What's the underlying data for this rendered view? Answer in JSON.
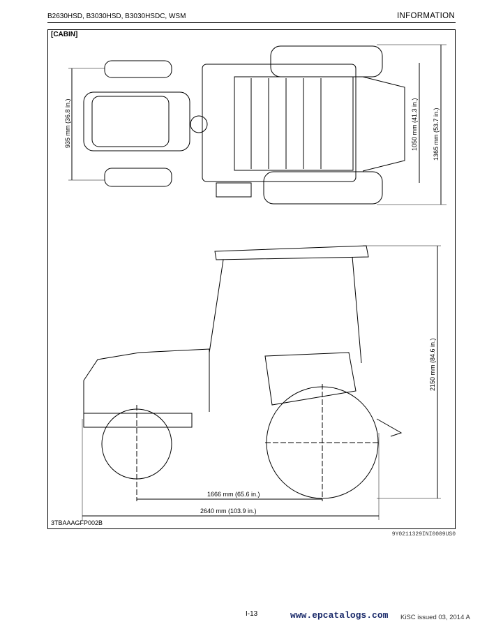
{
  "header": {
    "models": "B2630HSD, B3030HSD, B3030HSDC, WSM",
    "section": "INFORMATION"
  },
  "figure": {
    "label": "[CABIN]",
    "figure_id": "3TBAAAGFP002B",
    "dimensions": {
      "front_tread": "935 mm (36.8 in.)",
      "rear_tread": "1050 mm (41.3 in.)",
      "overall_width": "1365 mm (53.7 in.)",
      "overall_height": "2150 mm (84.6 in.)",
      "wheelbase": "1666 mm (65.6 in.)",
      "overall_length": "2640 mm (103.9 in.)"
    }
  },
  "reference_code": "9Y0211329INI0009US0",
  "footer": {
    "page": "I-13",
    "issue": "KiSC issued 03, 2014 A",
    "watermark": "www.epcatalogs.com"
  }
}
